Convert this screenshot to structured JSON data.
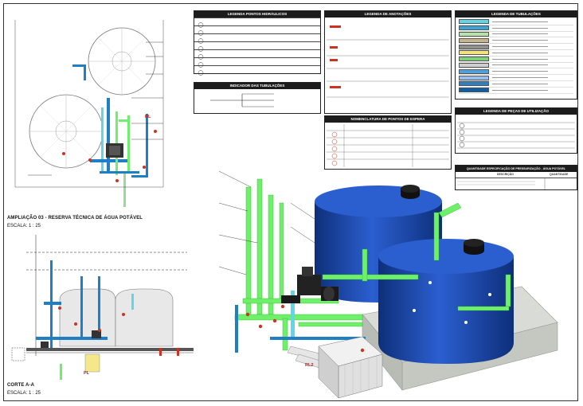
{
  "legends": {
    "hydraulic_points": "LEGENDA PONTOS HIDRÁULICOS",
    "pipe_indicators": "INDICADOR DAS TUBULAÇÕES",
    "annotations": "LEGENDA DE ANOTAÇÕES",
    "pipes": "LEGENDA DE TUBULAÇÕES",
    "usage_pieces": "LEGENDA DE PEÇAS DE UTILIZAÇÃO"
  },
  "nomenclature_title": "NOMENCLATURA DE PONTOS DE ESPERA",
  "pressurization_title": "QUANTIDADE ESPECIFICAÇÃO DE PRESSURIZAÇÃO - ÁGUA POTÁVEL",
  "pressurization_cols": {
    "desc": "DESCRIÇÃO",
    "qty": "QUANTIDADE"
  },
  "views": {
    "elevation_title": "AMPLIAÇÃO 03 - RESERVA TÉCNICA DE ÁGUA POTÁVEL",
    "elevation_scale": "ESCALA: 1 : 25",
    "section_title": "CORTE A-A",
    "section_scale": "ESCALA: 1 : 25"
  },
  "tags": {
    "rl": "RL",
    "pl": "PL",
    "rl_iso": "RL2"
  },
  "colors": {
    "tank_blue": "#1f4fb5",
    "tank_blue_dark": "#0e2f7a",
    "pipe_green": "#6ff06a",
    "pipe_green_dark": "#2fb52a",
    "pipe_cyan": "#5fd7e8",
    "pipe_blue": "#1f7fc4",
    "concrete": "#d9dcd6"
  },
  "pipe_swatches": [
    "#5fd7e8",
    "#3aa6d8",
    "#b6e4a6",
    "#c9b48a",
    "#8f8f8f",
    "#f2e27a",
    "#7fd07a",
    "#cfcfcf",
    "#4fa1d8",
    "#99c0ea",
    "#2c7fc1",
    "#0c5fa6"
  ]
}
